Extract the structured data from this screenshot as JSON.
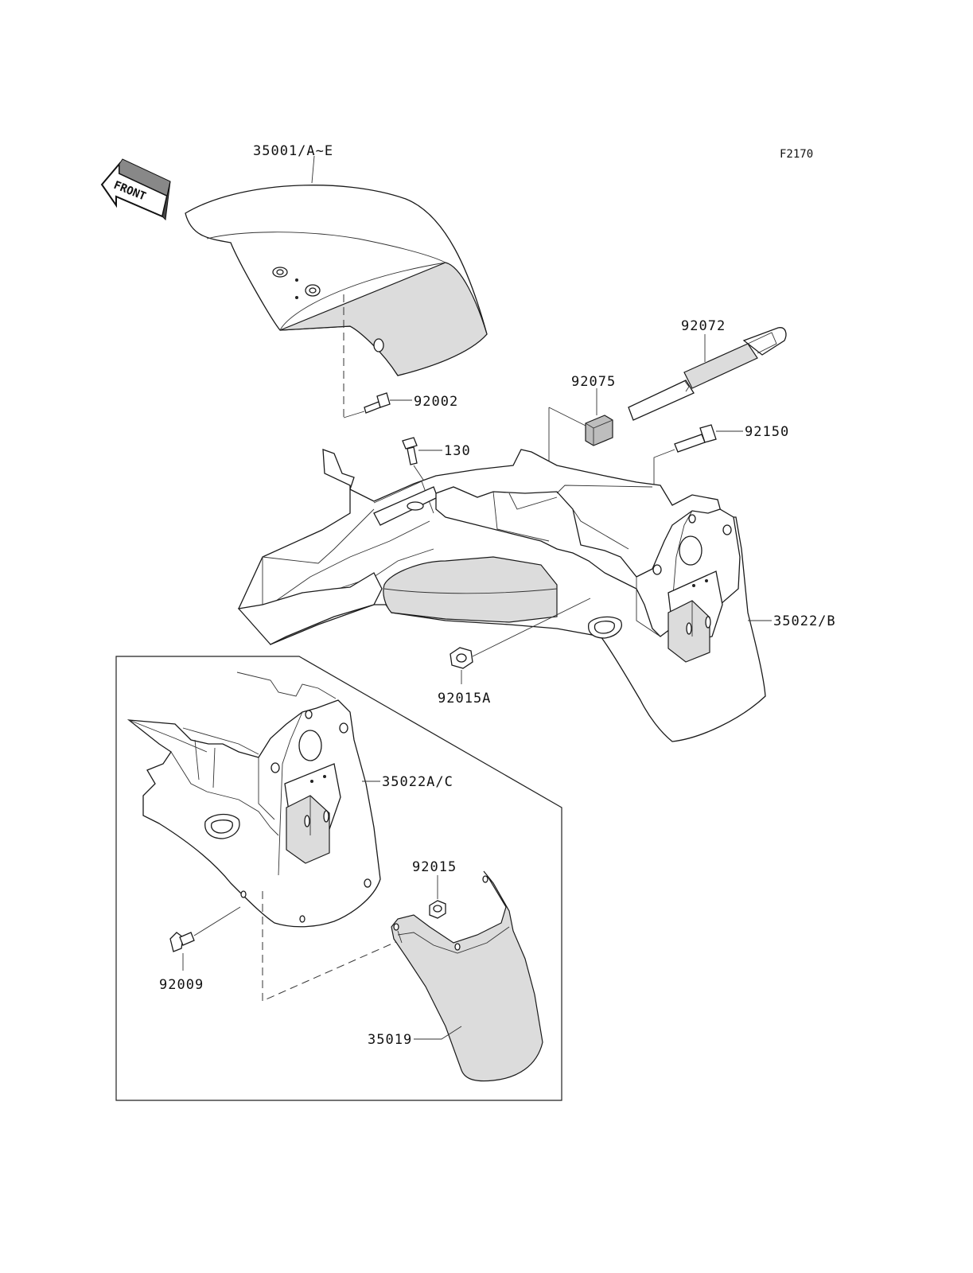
{
  "diagram_code": "F2170",
  "orientation_label": "FRONT",
  "parts": {
    "front_fender": "35001/A~E",
    "front_fender_bolt": "92002",
    "bolt_130": "130",
    "cushion": "92075",
    "strap": "92072",
    "bolt_92150": "92150",
    "rear_fender": "35022/B",
    "nut_92015A": "92015A",
    "rear_fender_alt": "35022A/C",
    "nut_92015": "92015",
    "screw_92009": "92009",
    "flap": "35019"
  }
}
